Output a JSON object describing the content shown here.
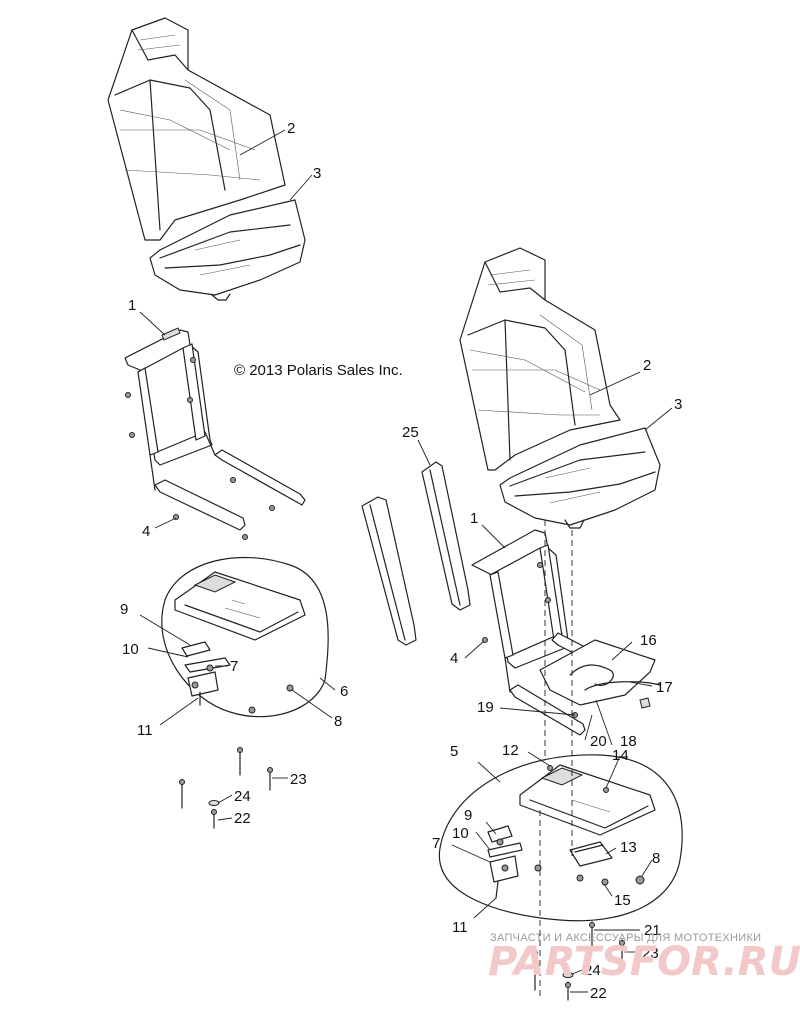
{
  "copyright": "© 2013 Polaris Sales Inc.",
  "watermark": {
    "tagline": "ЗАПЧАСТИ И АКСЕССУАРЫ ДЛЯ МОТОТЕХНИКИ",
    "brand": "PARTSFOR.RU"
  },
  "callouts": {
    "left_seat_back": "2",
    "left_seat_bottom": "3",
    "left_frame": "1",
    "left_frame_bolt": "4",
    "left_tray_assembly": "6",
    "left_bracket_9": "9",
    "left_washer_10": "10",
    "left_plate_7": "7",
    "left_screw_11": "11",
    "left_nut_8": "8",
    "left_bolt_23": "23",
    "left_washer_24": "24",
    "left_bolt_22": "22",
    "right_seat_back": "2",
    "right_seat_bottom": "3",
    "slider_rail_25": "25",
    "right_frame": "1",
    "right_frame_bolt": "4",
    "harness_plate_16": "16",
    "harness_17": "17",
    "screw_19": "19",
    "clip_20": "20",
    "part_18": "18",
    "right_tray_assembly": "5",
    "screw_12": "12",
    "screw_14": "14",
    "right_bracket_9": "9",
    "right_washer_10": "10",
    "right_plate_7": "7",
    "latch_13": "13",
    "right_nut_8": "8",
    "screw_15": "15",
    "right_screw_11": "11",
    "right_bolt_21": "21",
    "right_bolt_23": "23",
    "right_washer_24": "24",
    "right_bolt_22": "22"
  }
}
